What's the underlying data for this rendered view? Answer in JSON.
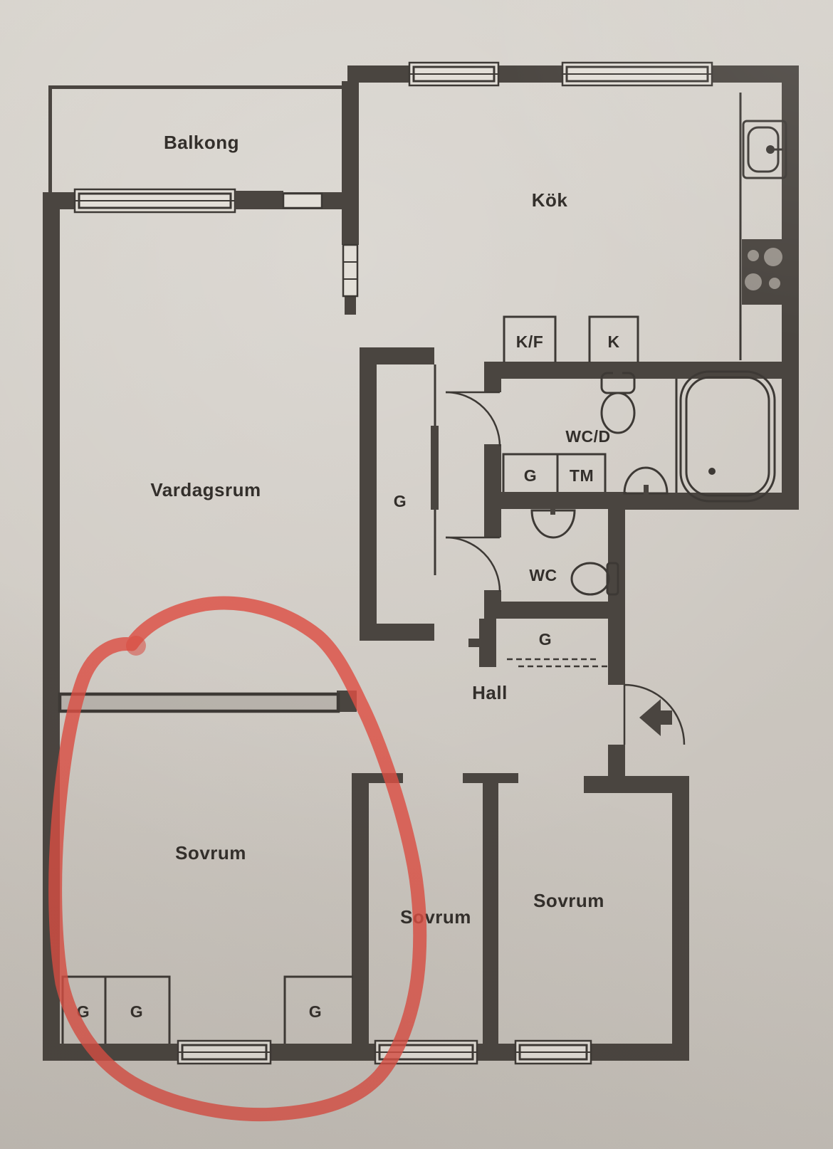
{
  "document": {
    "type": "apartment floor plan (scanned photo)",
    "language": "Swedish"
  },
  "palette": {
    "paper": "#cfcac3",
    "wall": "#4a4540",
    "line": "#3d3935",
    "ink": "#332f2b",
    "marker": "#dd4f44"
  },
  "labels": {
    "balkong": "Balkong",
    "kok": "Kök",
    "kf": "K/F",
    "k": "K",
    "wcd": "WC/D",
    "g": "G",
    "tm": "TM",
    "wc": "WC",
    "hall": "Hall",
    "vardagsrum": "Vardagsrum",
    "sovrum": "Sovrum"
  },
  "annotation": {
    "type": "hand-drawn red marker circle",
    "color": "#dd4f44",
    "encircles": "bottom-left Sovrum (bedroom)"
  }
}
